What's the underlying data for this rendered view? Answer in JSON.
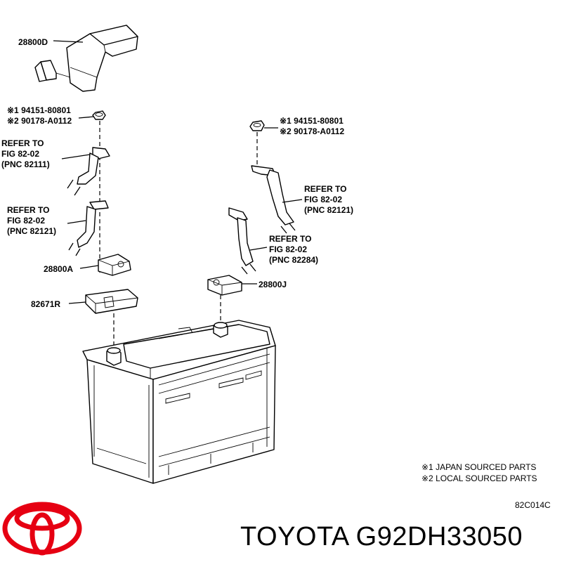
{
  "labels": {
    "cover": "28800D",
    "terminal_a": "28800A",
    "terminal_j": "28800J",
    "holder": "82671R"
  },
  "notes_left": {
    "n1": "※1 94151-80801",
    "n2": "※2 90178-A0112"
  },
  "notes_right": {
    "n1": "※1 94151-80801",
    "n2": "※2 90178-A0112"
  },
  "refs": {
    "ref1": [
      "REFER TO",
      "FIG 82-02",
      "(PNC 82111)"
    ],
    "ref2": [
      "REFER TO",
      "FIG 82-02",
      "(PNC 82121)"
    ],
    "ref3": [
      "REFER TO",
      "FIG 82-02",
      "(PNC 82121)"
    ],
    "ref4": [
      "REFER TO",
      "FIG 82-02",
      "(PNC 82284)"
    ]
  },
  "legend": {
    "line1": "※1 JAPAN SOURCED PARTS",
    "line2": "※2 LOCAL SOURCED PARTS"
  },
  "diagram_code": "82C014C",
  "brand_caption": "TOYOTA G92DH33050",
  "icons": {
    "logo": "toyota-logo"
  },
  "colors": {
    "logo": "#e60012",
    "ink": "#000000"
  }
}
